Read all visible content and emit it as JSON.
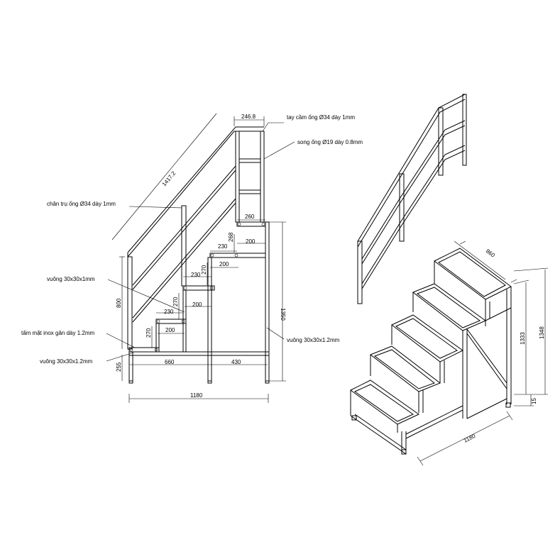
{
  "side_view": {
    "dimensions": {
      "top_width": "246.8",
      "diagonal": "1417.2",
      "top_step": "260",
      "step_depth": "200",
      "step_rise": "270",
      "step_rise_top": "268",
      "step_tread": "230",
      "rail_height": "800",
      "total_height": "1350",
      "base_offset": "255",
      "base_length": "660",
      "base_right": "430",
      "total_length": "1180"
    },
    "notes": {
      "handrail": "tay cầm ống Ø34 dày 1mm",
      "rail_bars": "song ống Ø19 dày 0.8mm",
      "post": "chân trụ ống Ø34 dày 1mm",
      "square_1mm": "vuông 30x30x1mm",
      "tread_plate": "tấm mặt inox gân dày 1.2mm",
      "square_12_left": "vuông 30x30x1.2mm",
      "square_12_right": "vuông 30x30x1.2mm"
    }
  },
  "iso_view": {
    "dimensions": {
      "width": "860",
      "height_inner": "1333",
      "height_total": "1348",
      "foot": "15",
      "length": "1180"
    }
  }
}
